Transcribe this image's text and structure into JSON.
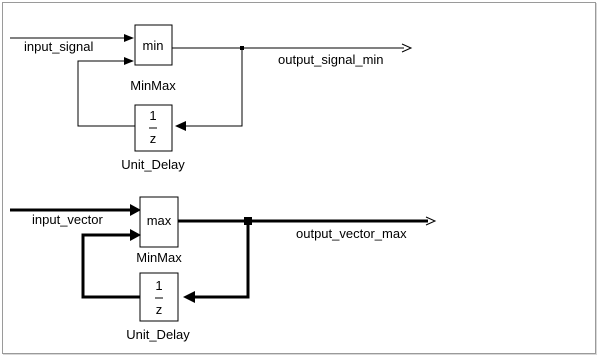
{
  "diagram_top": {
    "input_label": "input_signal",
    "block_text": "min",
    "block_label": "MinMax",
    "output_label": "output_signal_min",
    "delay_numerator": "1",
    "delay_denominator": "z",
    "delay_label": "Unit_Delay"
  },
  "diagram_bottom": {
    "input_label": "input_vector",
    "block_text": "max",
    "block_label": "MinMax",
    "output_label": "output_vector_max",
    "delay_numerator": "1",
    "delay_denominator": "z",
    "delay_label": "Unit_Delay"
  }
}
